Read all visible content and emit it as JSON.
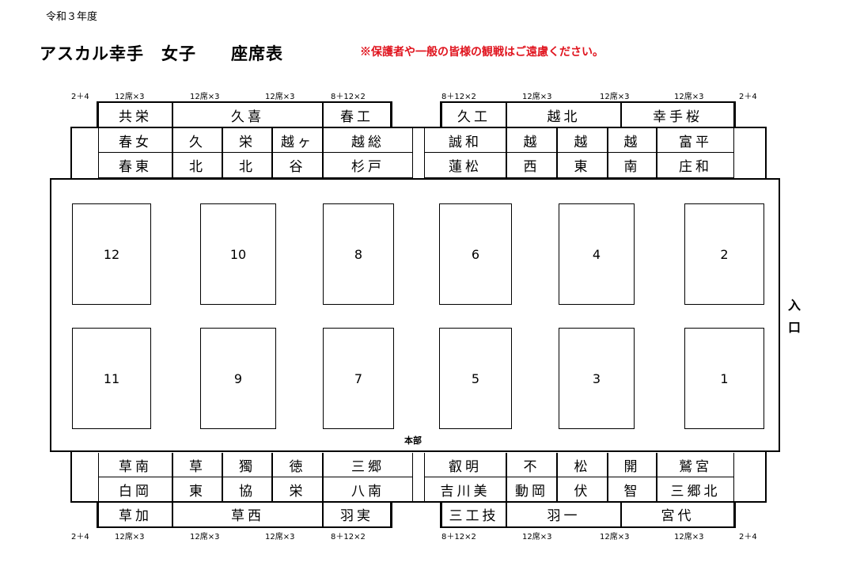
{
  "header": {
    "year": "令和３年度",
    "title": "アスカル幸手　女子　　座席表",
    "notice": "※保護者や一般の皆様の観戦はご遠慮ください。"
  },
  "capacities": {
    "top": [
      "2＋4",
      "12席×3",
      "12席×3",
      "12席×3",
      "8＋12×2",
      "8＋12×2",
      "12席×3",
      "12席×3",
      "12席×3",
      "2＋4"
    ],
    "bottom": [
      "2＋4",
      "12席×3",
      "12席×3",
      "12席×3",
      "8＋12×2",
      "8＋12×2",
      "12席×3",
      "12席×3",
      "12席×3",
      "2＋4"
    ]
  },
  "courts": [
    "12",
    "10",
    "8",
    "6",
    "4",
    "2",
    "11",
    "9",
    "7",
    "5",
    "3",
    "1"
  ],
  "labels": {
    "headquarters": "本部",
    "entrance": "入口"
  },
  "seats_top": [
    "共栄",
    "久喜",
    "春工",
    "久工",
    "越北",
    "幸手桜",
    "春女",
    "久",
    "栄",
    "越ヶ",
    "越総",
    "誠和",
    "越",
    "越",
    "越",
    "富平",
    "春東",
    "北",
    "北",
    "谷",
    "杉戸",
    "蓮松",
    "西",
    "東",
    "南",
    "庄和"
  ],
  "seats_bottom": [
    "草南",
    "草",
    "獨",
    "徳",
    "三郷",
    "叡明",
    "不",
    "松",
    "開",
    "鷲宮",
    "白岡",
    "東",
    "協",
    "栄",
    "八南",
    "吉川美",
    "動岡",
    "伏",
    "智",
    "三郷北",
    "草加",
    "草西",
    "羽実",
    "三工技",
    "羽一",
    "宮代"
  ]
}
